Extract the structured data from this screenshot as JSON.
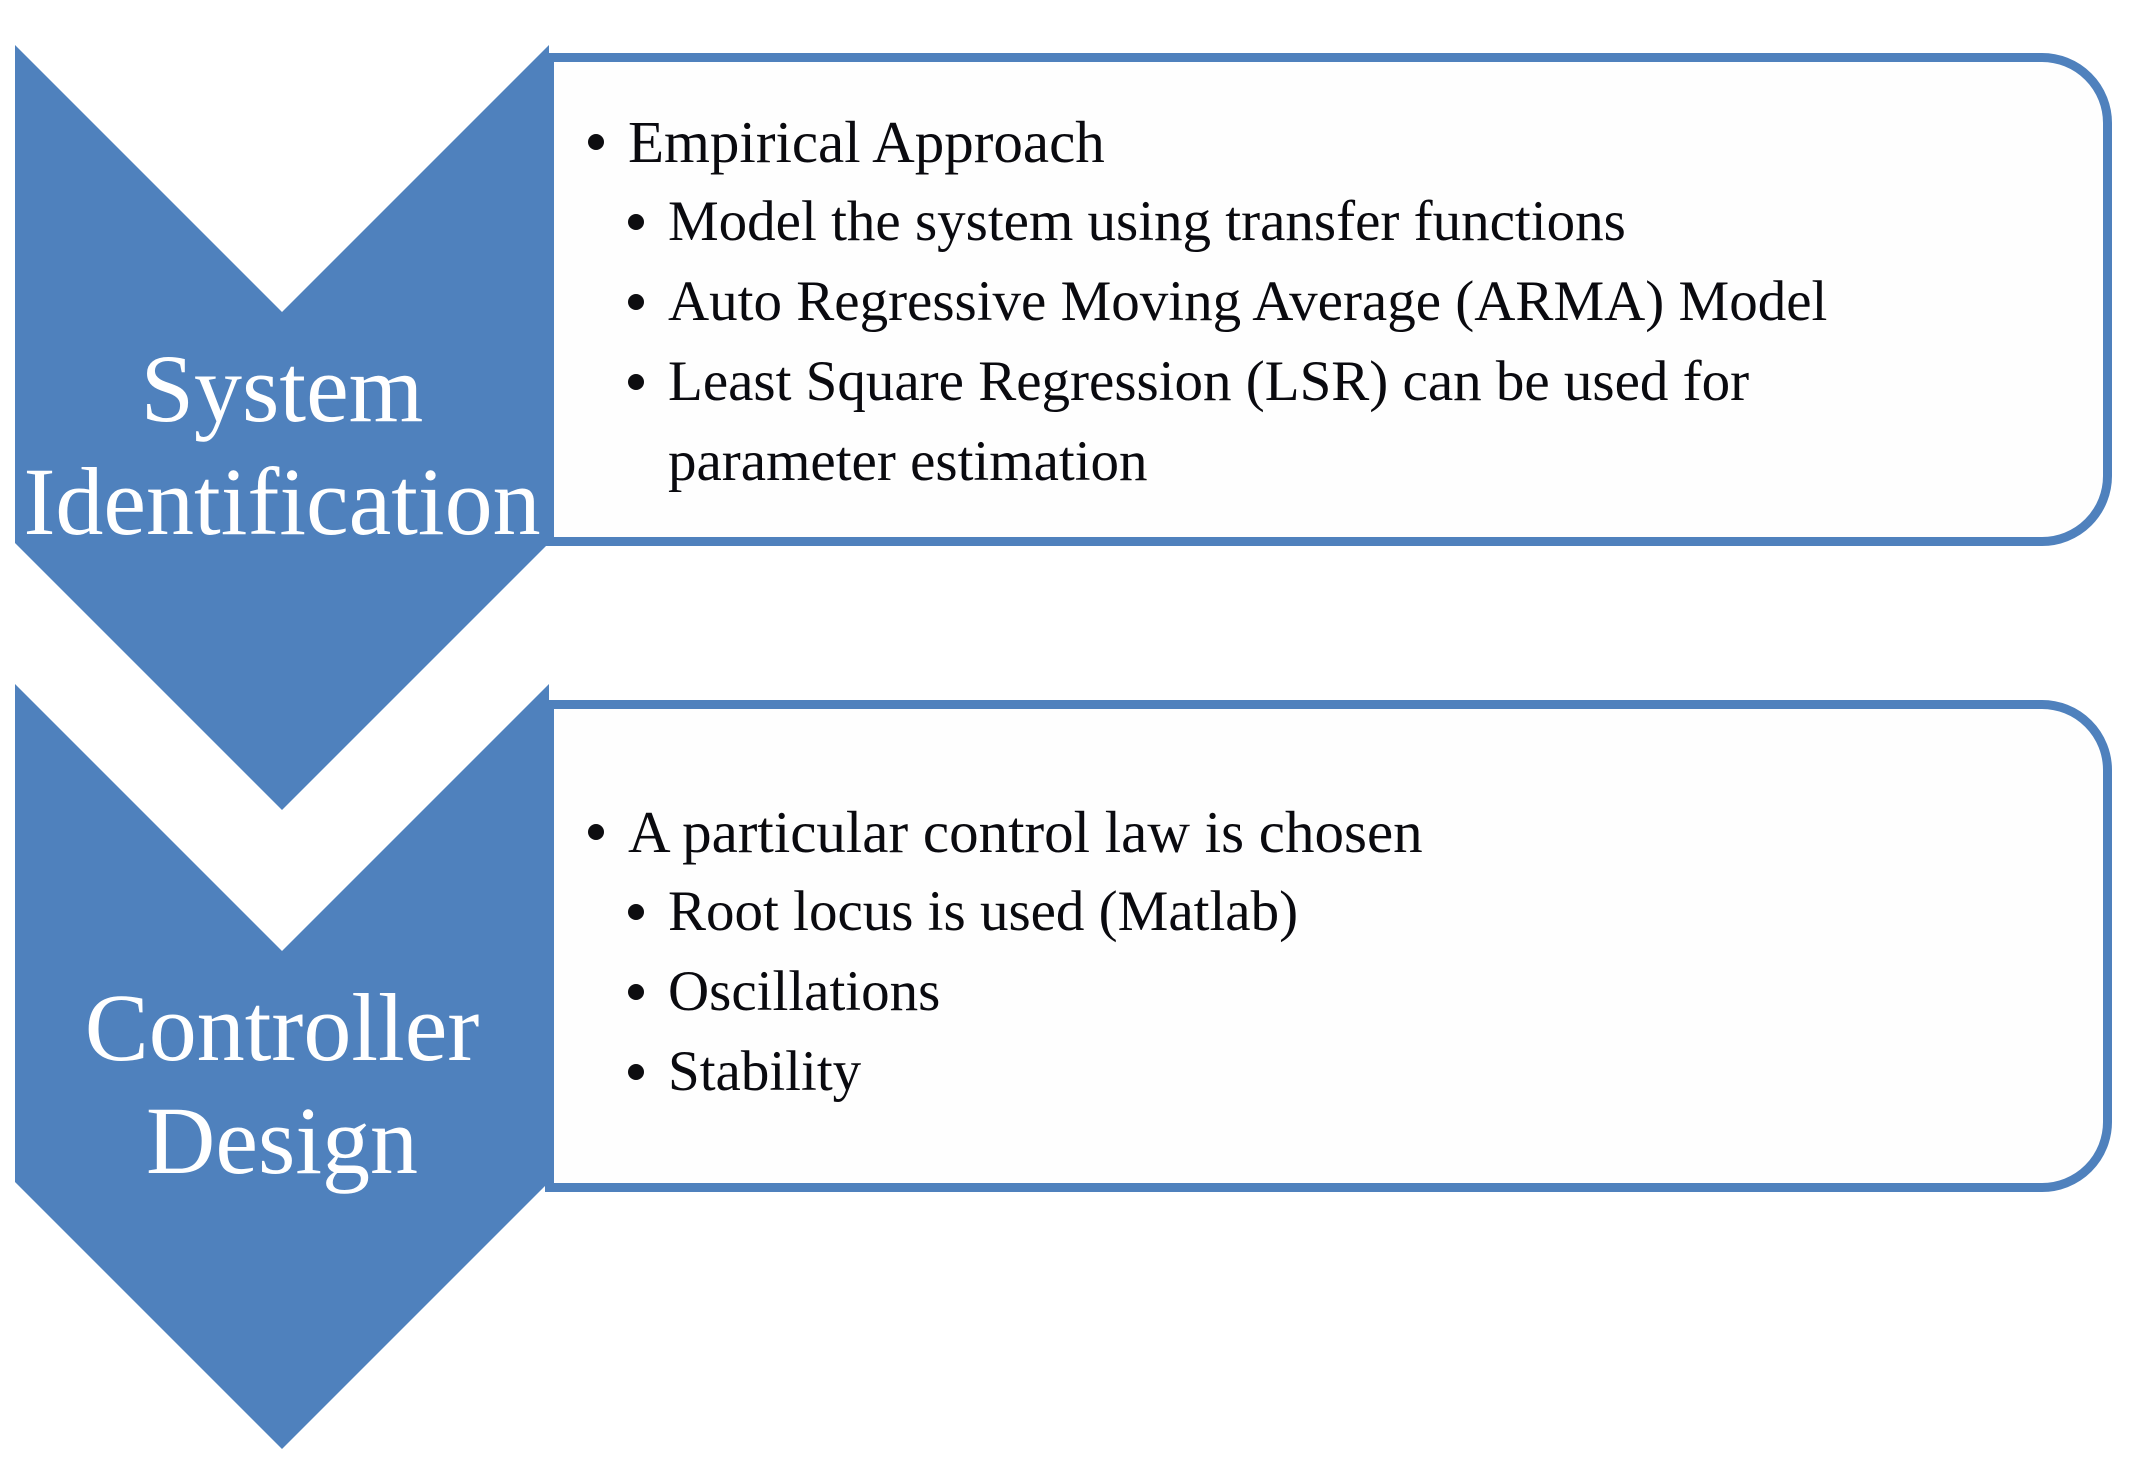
{
  "diagram": {
    "type": "vertical-chevron-list",
    "colors": {
      "chevron_fill": "#4f81bd",
      "box_border": "#4f81bd",
      "box_fill": "#fefefe",
      "label_text": "#ffffff",
      "body_text": "#0a0a0f",
      "background": "#ffffff"
    },
    "bullet_icon": "filled-circle",
    "steps": [
      {
        "label_lines": [
          "System",
          "Identification"
        ],
        "items": [
          {
            "level": 1,
            "lines": [
              "Empirical Approach"
            ]
          },
          {
            "level": 2,
            "lines": [
              "Model the system using transfer functions"
            ]
          },
          {
            "level": 2,
            "lines": [
              "Auto Regressive Moving Average (ARMA) Model"
            ]
          },
          {
            "level": 2,
            "lines": [
              "Least Square Regression (LSR) can be used for",
              "parameter estimation"
            ]
          }
        ]
      },
      {
        "label_lines": [
          "Controller",
          "Design"
        ],
        "items": [
          {
            "level": 1,
            "lines": [
              "A particular control law is chosen"
            ]
          },
          {
            "level": 2,
            "lines": [
              "Root locus is used (Matlab)"
            ]
          },
          {
            "level": 2,
            "lines": [
              "Oscillations"
            ]
          },
          {
            "level": 2,
            "lines": [
              "Stability"
            ]
          }
        ]
      }
    ]
  }
}
